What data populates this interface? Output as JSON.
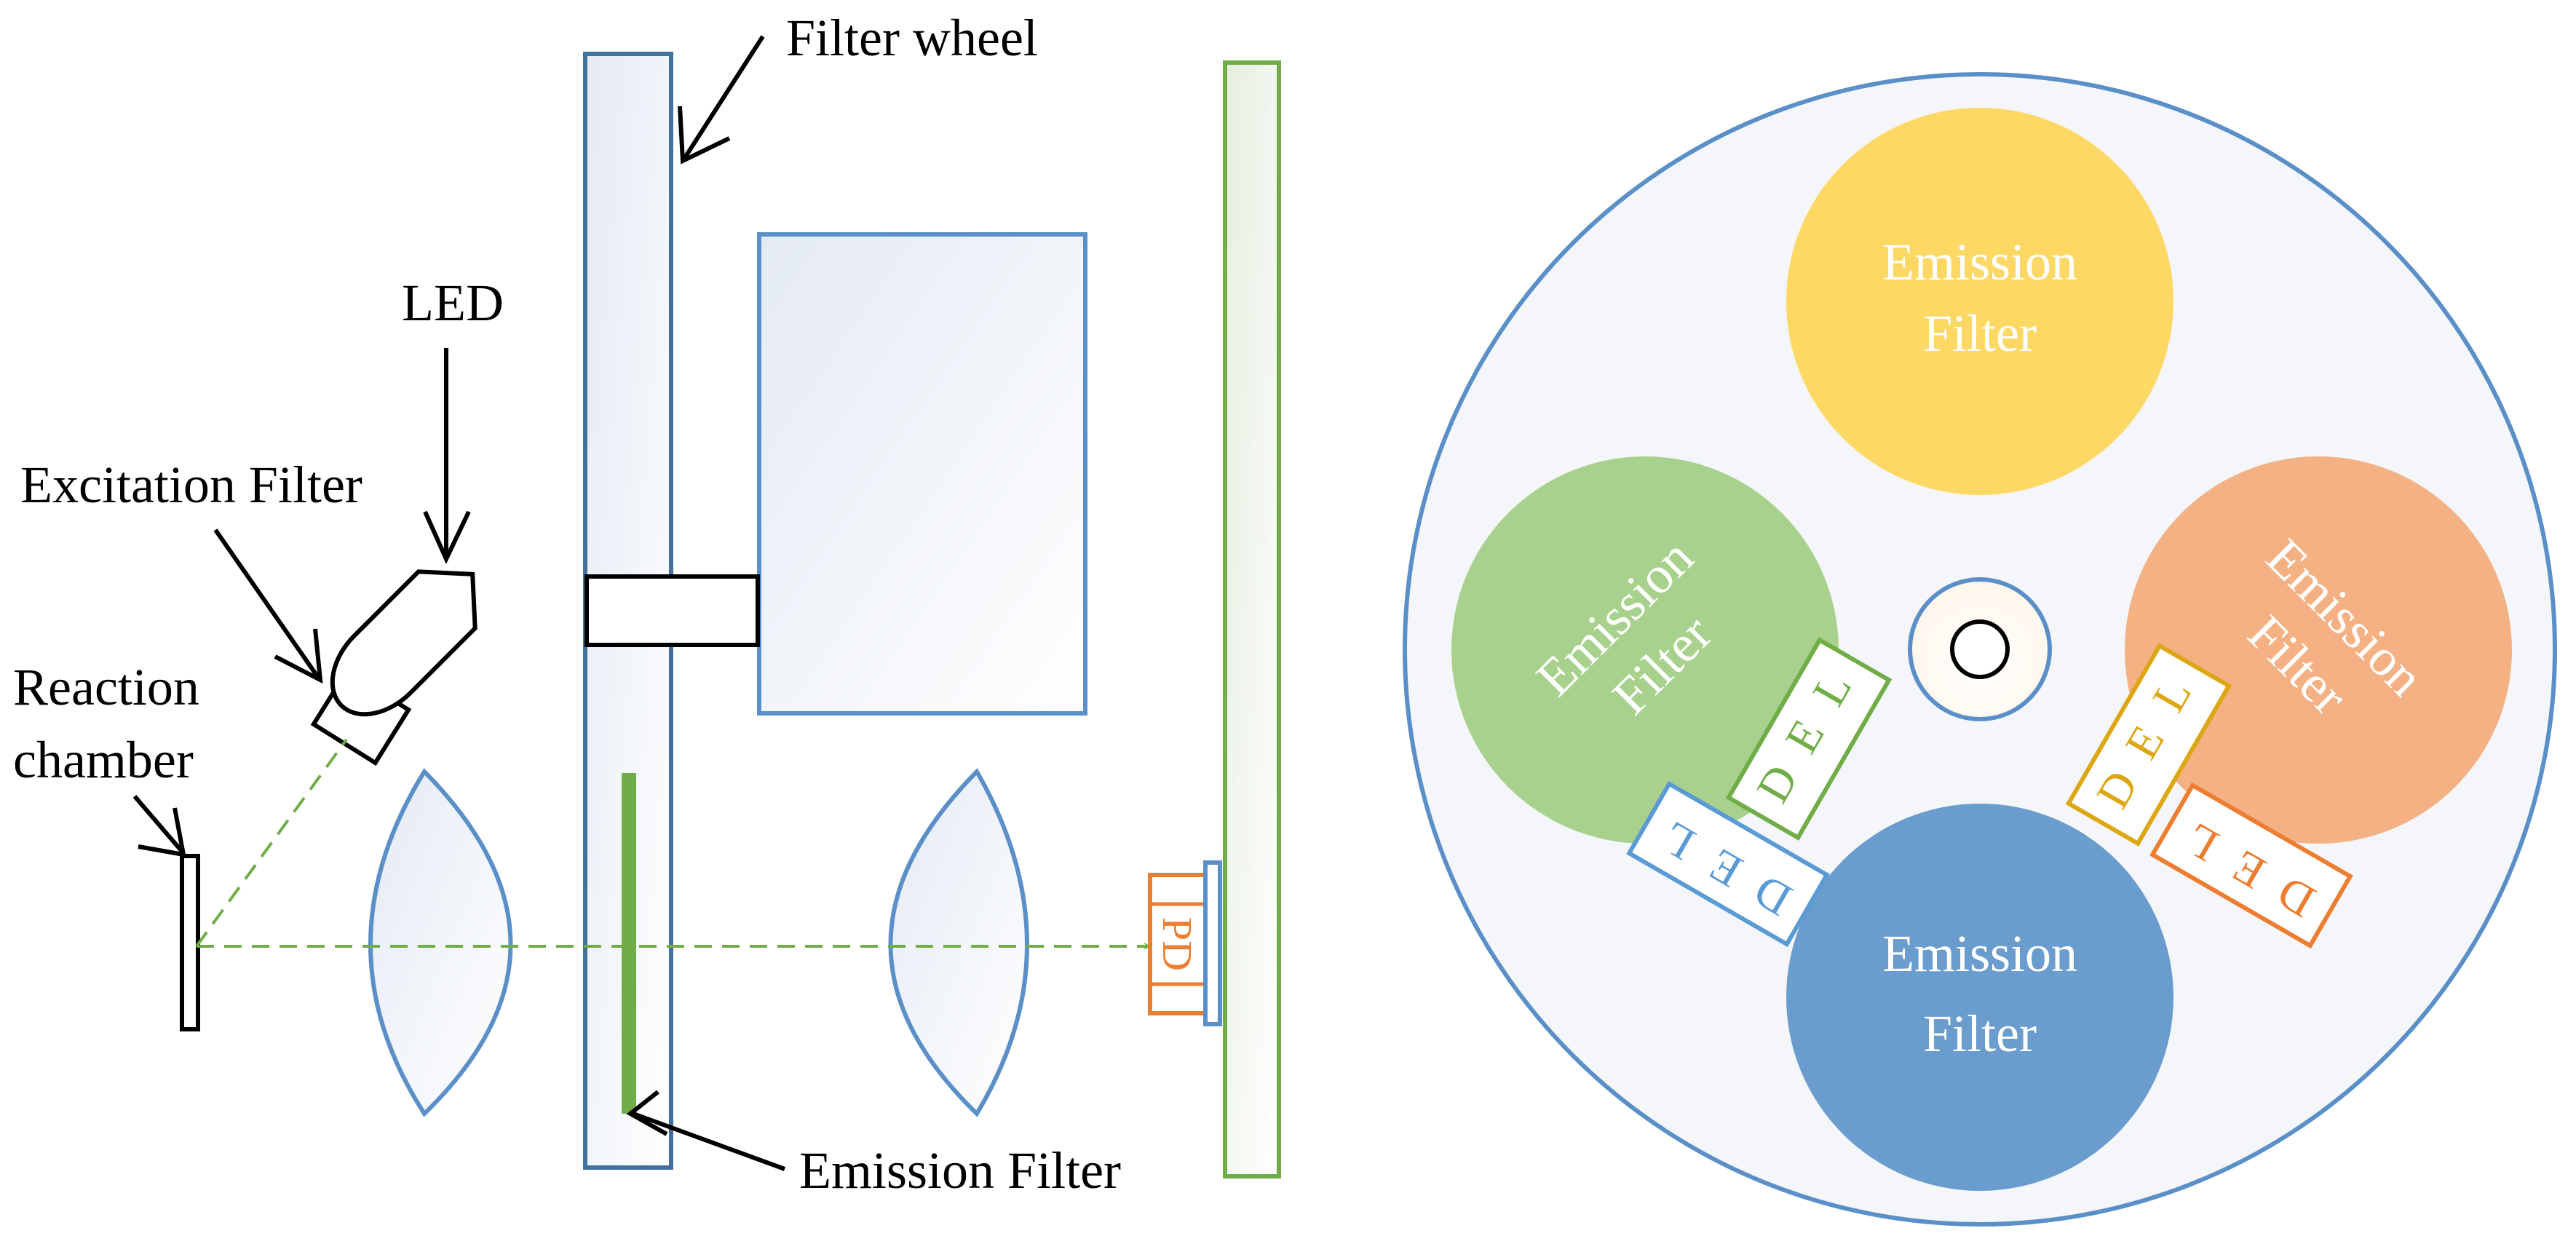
{
  "labels": {
    "filter_wheel": "Filter wheel",
    "led": "LED",
    "excitation_filter": "Excitation Filter",
    "reaction_chamber_line1": "Reaction",
    "reaction_chamber_line2": "chamber",
    "emission_filter": "Emission Filter",
    "photodiode": "PD"
  },
  "wheel": {
    "filter_line1": "Emission",
    "filter_line2": "Filter",
    "led_letters": [
      "L",
      "E",
      "D"
    ],
    "filters": [
      {
        "id": "top",
        "color": "#FDD865"
      },
      {
        "id": "left",
        "color": "#A9D18E"
      },
      {
        "id": "right",
        "color": "#F4B183"
      },
      {
        "id": "bottom",
        "color": "#6A9DCD"
      }
    ],
    "leds": [
      {
        "id": "green",
        "color": "#70AD47"
      },
      {
        "id": "blue",
        "color": "#5B9BD5"
      },
      {
        "id": "yellow",
        "color": "#DDA613"
      },
      {
        "id": "orange",
        "color": "#ED7D31"
      }
    ]
  },
  "colors": {
    "outline_blue": "#41719C",
    "lens_blue": "#5B8FC8",
    "green": "#70AD47",
    "beam": "#70AD47",
    "pd_orange": "#ED7D31",
    "wheel_border": "#5B8FC8"
  }
}
